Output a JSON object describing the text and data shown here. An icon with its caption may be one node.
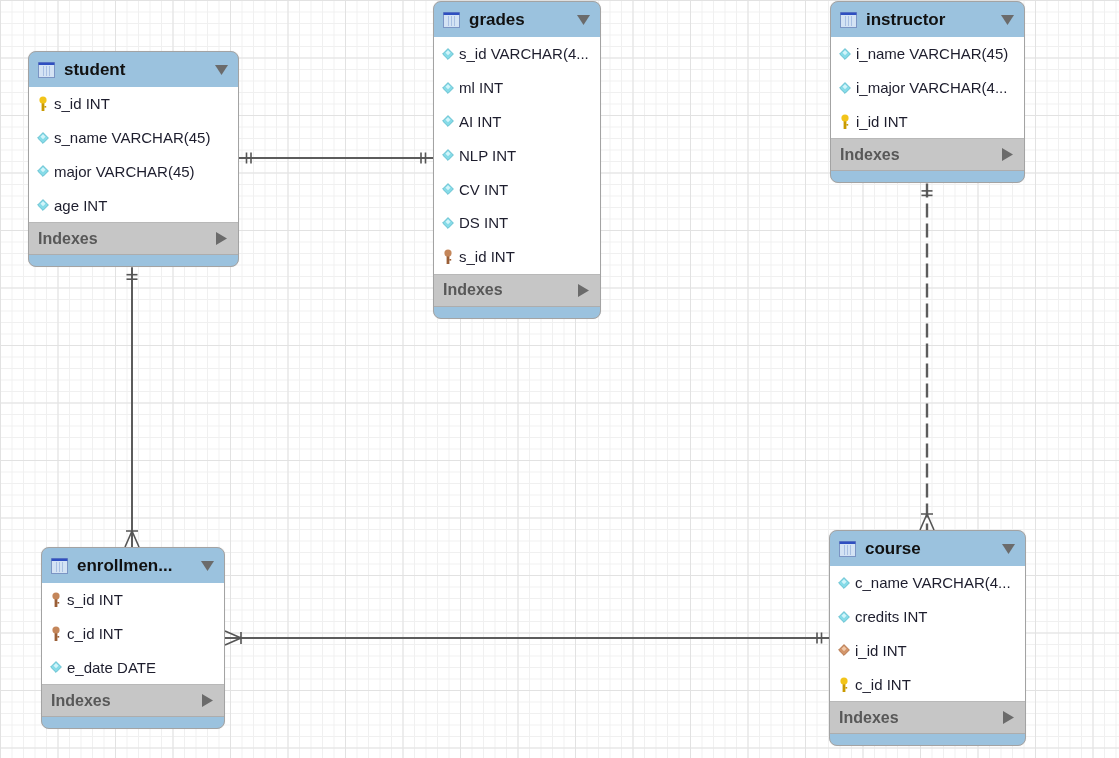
{
  "diagram": {
    "nodes": [
      {
        "text": [
          "student",
          "s_id INT",
          "s_name VARCHAR(45)",
          "major VARCHAR(45)",
          "age INT",
          "Indexes"
        ]
      },
      {
        "text": [
          "grades",
          "s_id VARCHAR(4...",
          "ml INT",
          "AI INT",
          "NLP INT",
          "CV INT",
          "DS INT",
          "s_id INT",
          "Indexes"
        ]
      },
      {
        "text": [
          "instructor",
          "i_name VARCHAR(45)",
          "i_major VARCHAR(4...",
          "i_id INT",
          "Indexes"
        ]
      },
      {
        "text": [
          "enrollmen...",
          "s_id INT",
          "c_id INT",
          "e_date DATE",
          "Indexes"
        ]
      },
      {
        "text": [
          "course",
          "c_name VARCHAR(4...",
          "credits INT",
          "i_id INT",
          "c_id INT",
          "Indexes"
        ]
      }
    ],
    "edges": [
      {
        "from": 0,
        "to": 1,
        "arrow": "other"
      },
      {
        "from": 0,
        "to": 3,
        "arrow": "other"
      },
      {
        "from": 2,
        "to": 4,
        "arrow": "other",
        "style": "dashed"
      },
      {
        "from": 3,
        "to": 4,
        "arrow": "other"
      }
    ]
  }
}
